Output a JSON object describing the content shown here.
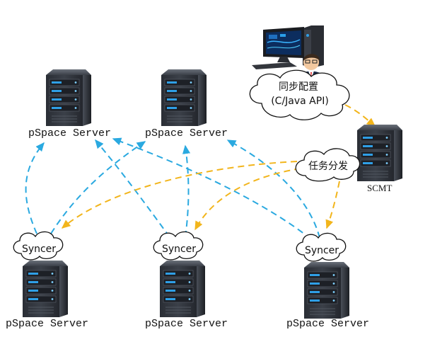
{
  "colors": {
    "sync_arrow": "#2aa9e0",
    "dispatch_arrow": "#f2b51c",
    "server_body": "#2b2f36",
    "server_light": "#2f9fe6"
  },
  "servers": [
    {
      "id": "top-left",
      "label": "pSpace Server"
    },
    {
      "id": "top-right",
      "label": "pSpace Server"
    },
    {
      "id": "bottom-left",
      "label": "pSpace Server",
      "cloud": "Syncer"
    },
    {
      "id": "bottom-middle",
      "label": "pSpace Server",
      "cloud": "Syncer"
    },
    {
      "id": "bottom-right",
      "label": "pSpace Server",
      "cloud": "Syncer"
    }
  ],
  "scmt": {
    "label": "SCMT"
  },
  "sync_config": {
    "line1": "同步配置",
    "line2": "(C/Java API)"
  },
  "dispatch": {
    "label": "任务分发"
  },
  "workstation_icon": "computer-user-icon"
}
